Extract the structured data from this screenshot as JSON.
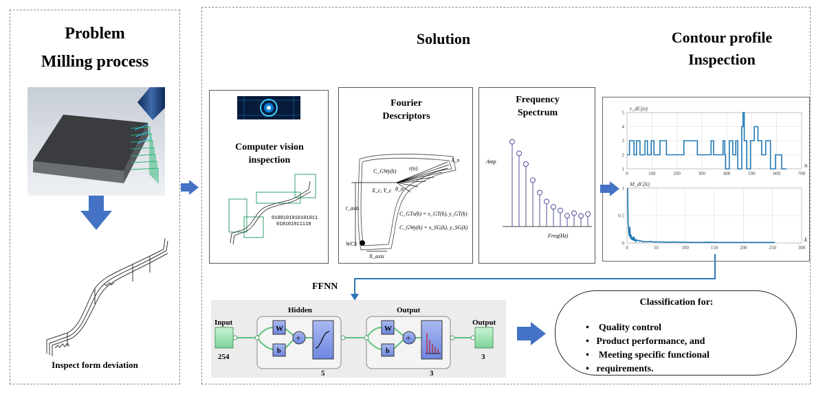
{
  "problem": {
    "title1": "Problem",
    "title2": "Milling process",
    "caption": "Inspect form deviation"
  },
  "solution": {
    "title": "Solution",
    "panels": {
      "cv": {
        "title1": "Computer vision",
        "title2": "inspection",
        "binary1": "0100101010101011",
        "binary2": "010101011110"
      },
      "fd": {
        "title1": "Fourier",
        "title2": "Descriptors",
        "labels": {
          "cgw": "C_GWy(k)",
          "rn": "r(n)",
          "kn": "k_n",
          "theta": "θ_n",
          "xcyc": "X_c, Y_c",
          "yaxis": "Y_axis",
          "xaxis": "X_axis",
          "wcs": "WCS",
          "eq1": "C_GTx(k) = x_GT(k), y_GT(k)",
          "eq2": "C_GWy(k) = x_SG(k), y_SG(k)"
        }
      },
      "fs": {
        "title1": "Frequency",
        "title2": "Spectrum",
        "ylabel": "Amp",
        "xlabel": "Freq(Hz)",
        "amps": [
          0.95,
          0.82,
          0.7,
          0.52,
          0.38,
          0.28,
          0.22,
          0.18,
          0.12,
          0.15,
          0.12,
          0.14
        ]
      }
    },
    "ffnn": {
      "label": "FFNN",
      "input_label": "Input",
      "input_size": "254",
      "hidden_label": "Hidden",
      "hidden_size": "5",
      "output_label": "Output",
      "output_size": "3",
      "output_box_label": "Output",
      "output_box_size": "3",
      "w": "W",
      "b": "b",
      "plus": "+"
    },
    "classification": {
      "title": "Classification for:",
      "items": [
        "Quality control",
        "Product  performance, and",
        " Meeting specific functional",
        "requirements."
      ]
    }
  },
  "contour": {
    "title1": "Contour profile",
    "title2": "Inspection"
  },
  "chart_data": [
    {
      "type": "line",
      "ylabel": "r_dC(n)",
      "xlabel": "n",
      "xlim": [
        0,
        700
      ],
      "ylim": [
        1,
        5
      ],
      "xticks": [
        0,
        100,
        200,
        300,
        400,
        500,
        600,
        700
      ],
      "yticks": [
        1,
        2,
        3,
        4,
        5
      ],
      "grid": true,
      "color": "#1f77b4",
      "x": [
        0,
        8,
        10,
        25,
        28,
        35,
        38,
        50,
        52,
        58,
        60,
        70,
        72,
        80,
        82,
        95,
        97,
        105,
        108,
        130,
        132,
        155,
        158,
        170,
        172,
        225,
        228,
        280,
        282,
        300,
        302,
        335,
        337,
        345,
        347,
        380,
        385,
        392,
        395,
        405,
        410,
        420,
        424,
        432,
        436,
        440,
        444,
        455,
        460,
        465,
        470,
        475,
        480,
        490,
        495,
        505,
        510,
        518,
        525,
        532,
        540,
        548,
        556,
        565,
        575,
        590,
        595,
        615,
        620,
        630,
        635,
        640
      ],
      "y": [
        2,
        2,
        3,
        3,
        2,
        2,
        3,
        3,
        2,
        2,
        2,
        2,
        3,
        3,
        2,
        2,
        3,
        3,
        2,
        2,
        3,
        3,
        2,
        2,
        2,
        2,
        3,
        3,
        2,
        2,
        2,
        2,
        3,
        3,
        2,
        2,
        3,
        2,
        1,
        1,
        3,
        3,
        2,
        2,
        3,
        3,
        1,
        1,
        4,
        5,
        3,
        3,
        1,
        1,
        3,
        3,
        4,
        4,
        3,
        3,
        2,
        2,
        3,
        3,
        1,
        1,
        2,
        2,
        1,
        1,
        1,
        1
      ]
    },
    {
      "type": "line",
      "ylabel": "M_dC(k)",
      "xlabel": "k",
      "xlim": [
        0,
        300
      ],
      "ylim": [
        0,
        1
      ],
      "xticks": [
        0,
        50,
        100,
        150,
        200,
        250,
        300
      ],
      "yticks": [
        0,
        0.5,
        1
      ],
      "grid": true,
      "color": "#1f77b4",
      "x": [
        1,
        2,
        3,
        4,
        5,
        6,
        7,
        8,
        9,
        10,
        11,
        12,
        13,
        14,
        15,
        16,
        18,
        20,
        22,
        25,
        28,
        30,
        35,
        40,
        45,
        50,
        60,
        70,
        80,
        90,
        100,
        120,
        140,
        160,
        180,
        200,
        220,
        240,
        254
      ],
      "y": [
        1.0,
        0.35,
        0.2,
        0.12,
        0.3,
        0.08,
        0.15,
        0.06,
        0.1,
        0.05,
        0.12,
        0.04,
        0.08,
        0.05,
        0.03,
        0.06,
        0.04,
        0.05,
        0.03,
        0.04,
        0.02,
        0.03,
        0.02,
        0.03,
        0.02,
        0.02,
        0.02,
        0.015,
        0.02,
        0.015,
        0.015,
        0.01,
        0.015,
        0.01,
        0.01,
        0.01,
        0.01,
        0.01,
        0.01
      ]
    }
  ]
}
